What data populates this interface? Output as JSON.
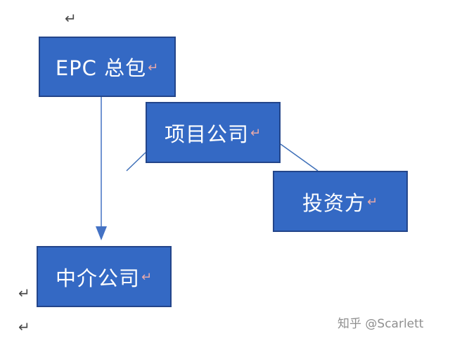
{
  "nodes": {
    "epc": {
      "label": "EPC 总包",
      "mark": "↵"
    },
    "project": {
      "label": "项目公司",
      "mark": "↵"
    },
    "investor": {
      "label": "投资方",
      "mark": "↵"
    },
    "agency": {
      "label": "中介公司",
      "mark": "↵"
    }
  },
  "stray_marks": [
    "↵",
    "↵",
    "↵"
  ],
  "watermark": "知乎 @Scarlett",
  "colors": {
    "box_fill": "#3469c4",
    "box_border": "#23458a",
    "line": "#4472c4",
    "text": "#ffffff"
  }
}
